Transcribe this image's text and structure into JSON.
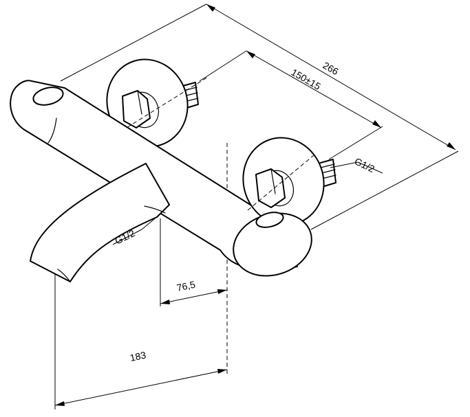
{
  "dimensions": {
    "overall_length": "266",
    "inlet_spacing": "150±15",
    "inlet_thread": "G1/2",
    "outlet_thread": "G1/2",
    "spout_offset": "76,5",
    "spout_projection": "183"
  }
}
